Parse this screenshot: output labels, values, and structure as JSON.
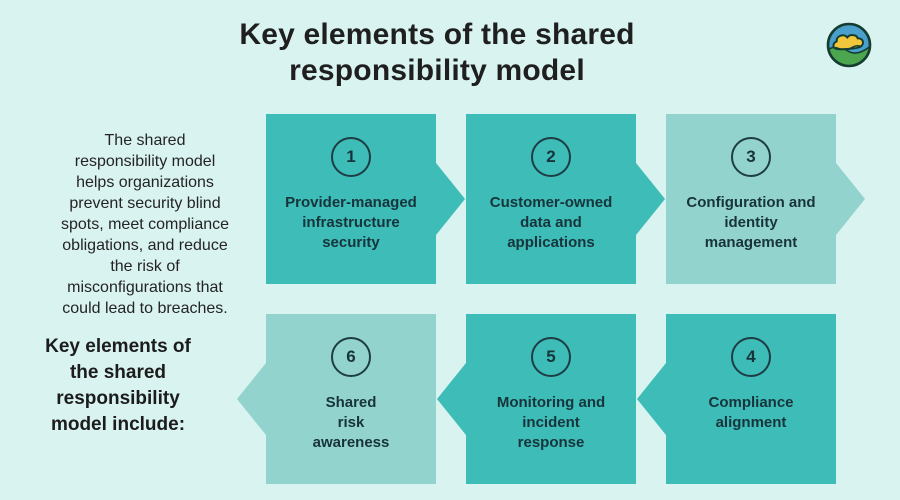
{
  "header": {
    "title": "Key elements of the shared\nresponsibility model",
    "logo_icon": "cloud-over-hill-logo-icon"
  },
  "sidebar": {
    "paragraph": "The shared\nresponsibility model\nhelps organizations\nprevent security blind\nspots, meet compliance\nobligations, and reduce\nthe risk of\nmisconfigurations that\ncould lead to breaches.",
    "heading": "Key elements of\nthe shared\nresponsibility\nmodel include:"
  },
  "steps": [
    {
      "number": "1",
      "label": "Provider-managed\ninfrastructure\nsecurity",
      "tone": "dark",
      "arrow": "right"
    },
    {
      "number": "2",
      "label": "Customer-owned\ndata and\napplications",
      "tone": "dark",
      "arrow": "right"
    },
    {
      "number": "3",
      "label": "Configuration and\nidentity\nmanagement",
      "tone": "light",
      "arrow": "right"
    },
    {
      "number": "4",
      "label": "Compliance\nalignment",
      "tone": "dark",
      "arrow": "left"
    },
    {
      "number": "5",
      "label": "Monitoring and\nincident\nresponse",
      "tone": "dark",
      "arrow": "left"
    },
    {
      "number": "6",
      "label": "Shared\nrisk\nawareness",
      "tone": "light",
      "arrow": "left"
    }
  ],
  "colors": {
    "background": "#d9f3f0",
    "teal_dark": "#3dbcb8",
    "teal_light": "#93d3cd",
    "box_text": "#17343b",
    "title_text": "#1f1f1f",
    "logo_sky_blue": "#4aa0cc",
    "logo_hill_green": "#4ba64f",
    "logo_cloud_yellow": "#f3c73b",
    "logo_outline": "#143d2f"
  }
}
